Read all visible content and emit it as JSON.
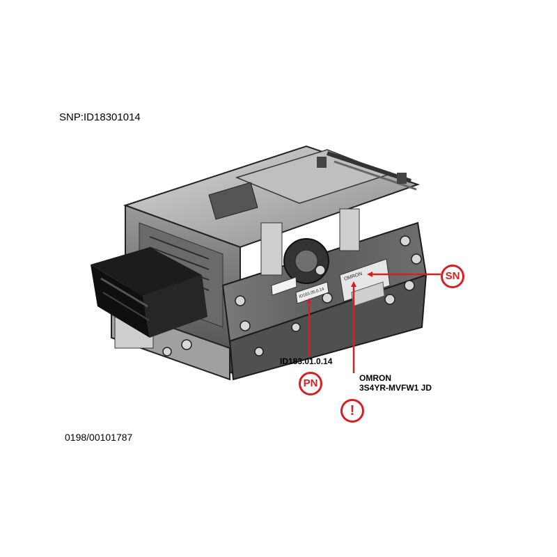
{
  "header": {
    "snp": "SNP:ID18301014"
  },
  "footer": {
    "code": "0198/00101787"
  },
  "device": {
    "module_label_text": "ID183.05.0.14",
    "omron_plate_text": "OMRON"
  },
  "callouts": {
    "sn": {
      "badge": "SN"
    },
    "pn": {
      "badge": "PN",
      "value": "ID183.01.0.14"
    },
    "warning": {
      "badge": "!",
      "maker": "OMRON",
      "model": "3S4YR-MVFW1 JD"
    }
  },
  "colors": {
    "callout": "#d62020",
    "metal_dark": "#2a2a2a",
    "metal_light": "#bdbdbd"
  }
}
